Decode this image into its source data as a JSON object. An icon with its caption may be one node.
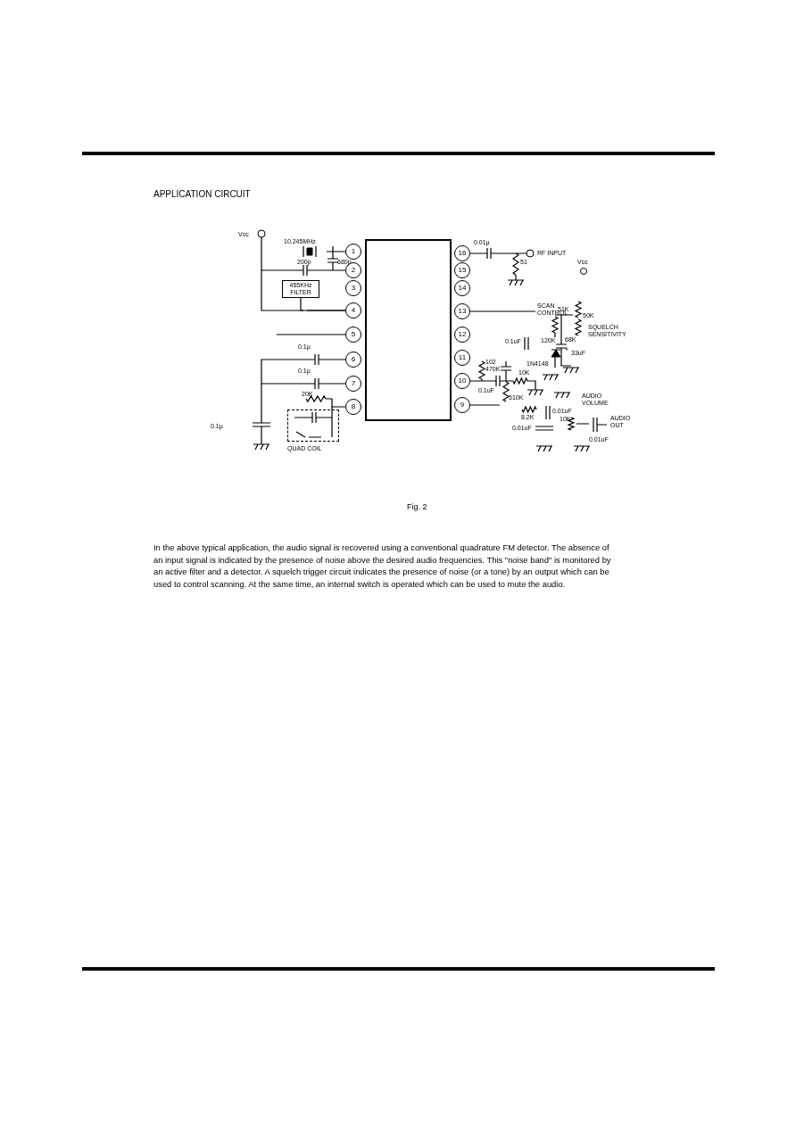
{
  "diagram": {
    "title": "APPLICATION CIRCUIT",
    "caption": "Fig. 2",
    "nodes": [
      {
        "text": [],
        "shape": "box"
      },
      {
        "text": [
          "1"
        ]
      },
      {
        "text": [
          "2"
        ]
      },
      {
        "text": [
          "3"
        ]
      },
      {
        "text": [
          "4"
        ]
      },
      {
        "text": [
          "5"
        ]
      },
      {
        "text": [
          "6"
        ]
      },
      {
        "text": [
          "7"
        ]
      },
      {
        "text": [
          "8"
        ]
      },
      {
        "text": [
          "16"
        ]
      },
      {
        "text": [
          "15"
        ]
      },
      {
        "text": [
          "14"
        ]
      },
      {
        "text": [
          "13"
        ]
      },
      {
        "text": [
          "12"
        ]
      },
      {
        "text": [
          "11"
        ]
      },
      {
        "text": [
          "10"
        ]
      },
      {
        "text": [
          "9"
        ]
      },
      {
        "text": [
          "455KHz FILTER"
        ]
      },
      {
        "text": [],
        "shape": "box",
        "beside": [
          "QUAD COIL"
        ]
      }
    ],
    "edges": [
      {
        "from": 17,
        "to": 4,
        "arrow": "none"
      },
      {
        "from": 2,
        "to": 4,
        "arrow": "none"
      },
      {
        "from": 6,
        "to": 7,
        "arrow": "none"
      },
      {
        "from": 8,
        "to": 18,
        "arrow": "none"
      }
    ],
    "labels": [
      "Vcc",
      "10.245MHz",
      "200p",
      "680p",
      "0.1μ",
      "0.1μ",
      "20K",
      "0.1μ",
      "0.01μ",
      "RF INPUT",
      "51",
      "Vcc",
      "SCAN CONTROL",
      "51K",
      "50K",
      "SQUELCH SENSITIVITY",
      "120K",
      "68K",
      "+",
      "33uF",
      "0.1uF",
      "1N4148",
      "102",
      "470K",
      "10K",
      "0.1uF",
      "510K",
      "8.2K",
      "0.01uF",
      "0.01uF",
      "AUDIO VOLUME",
      "10K",
      "AUDIO OUT",
      "0.01uF",
      "In the above typical application, the audio signal is recovered using a conventional quadrature FM detector. The absence of an input signal is indicated by the presence of noise above the desired audio frequencies. This \"noise band\" is monitored by an active filter and a detector. A squelch trigger circuit indicates the presence of noise (or a tone) by an output which can be used to control scanning. At the same time, an internal switch is operated which can be used to mute the audio."
    ]
  }
}
